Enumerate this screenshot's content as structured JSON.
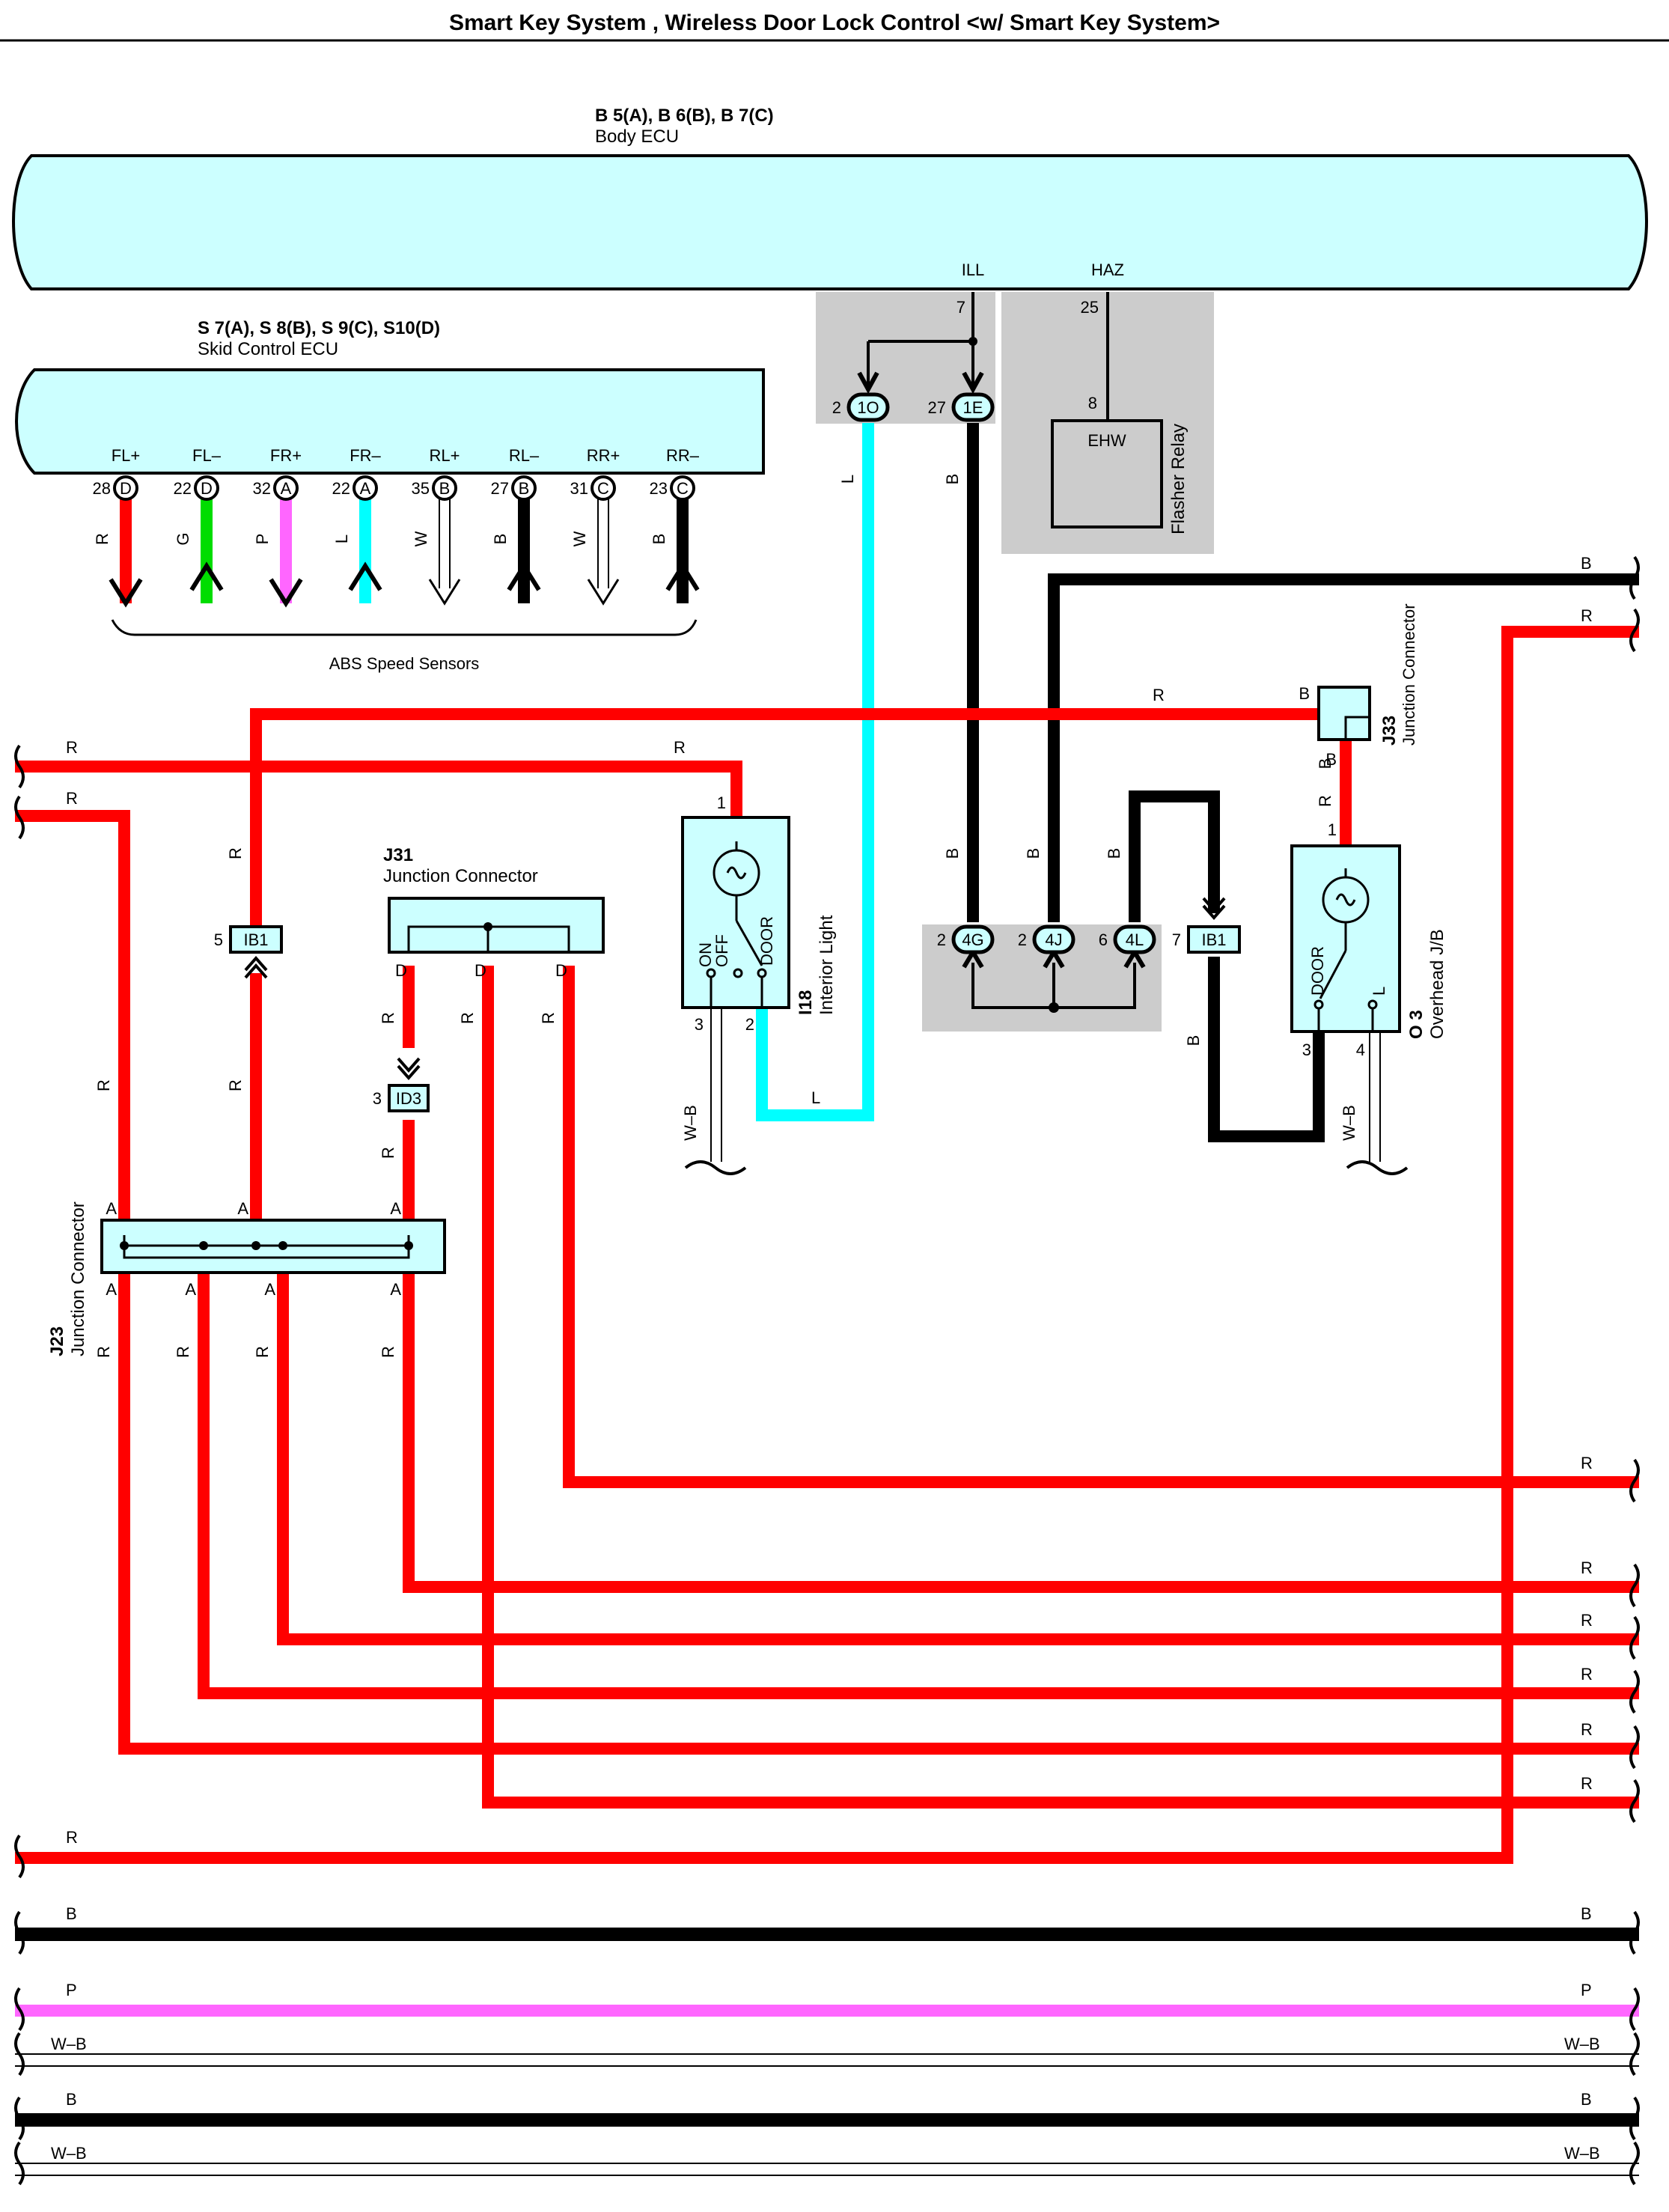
{
  "title": "Smart Key System , Wireless Door Lock Control <w/ Smart Key System>",
  "body_ecu": {
    "code": "B 5(A), B 6(B), B 7(C)",
    "name": "Body ECU",
    "terminals": [
      {
        "name": "ILL",
        "pin": "7"
      },
      {
        "name": "HAZ",
        "pin": "25"
      }
    ]
  },
  "skid_ecu": {
    "code": "S 7(A), S 8(B), S 9(C), S10(D)",
    "name": "Skid Control ECU",
    "terminals": [
      {
        "name": "FL+",
        "pin": "28",
        "conn": "D",
        "wire": "R"
      },
      {
        "name": "FL–",
        "pin": "22",
        "conn": "D",
        "wire": "G"
      },
      {
        "name": "FR+",
        "pin": "32",
        "conn": "A",
        "wire": "P"
      },
      {
        "name": "FR–",
        "pin": "22",
        "conn": "A",
        "wire": "L"
      },
      {
        "name": "RL+",
        "pin": "35",
        "conn": "B",
        "wire": "W"
      },
      {
        "name": "RL–",
        "pin": "27",
        "conn": "B",
        "wire": "B"
      },
      {
        "name": "RR+",
        "pin": "31",
        "conn": "C",
        "wire": "W"
      },
      {
        "name": "RR–",
        "pin": "23",
        "conn": "C",
        "wire": "B"
      }
    ]
  },
  "abs_label": "ABS Speed Sensors",
  "flasher": {
    "name": "Flasher Relay",
    "box": "EHW",
    "pin": "8"
  },
  "connectors": {
    "c1O": {
      "label": "1O",
      "pin": "2"
    },
    "c1E": {
      "label": "1E",
      "pin": "27"
    },
    "c4G": {
      "label": "4G",
      "pin": "2"
    },
    "c4J": {
      "label": "4J",
      "pin": "2"
    },
    "c4L": {
      "label": "4L",
      "pin": "6"
    },
    "cIB1a": {
      "label": "IB1",
      "pin": "5"
    },
    "cIB1b": {
      "label": "IB1",
      "pin": "7"
    },
    "cID3": {
      "label": "ID3",
      "pin": "3"
    }
  },
  "j31": {
    "code": "J31",
    "name": "Junction Connector",
    "pins": [
      "D",
      "D",
      "D"
    ]
  },
  "j23": {
    "code": "J23",
    "name": "Junction Connector",
    "pin": "A"
  },
  "j33": {
    "code": "J33",
    "name": "Junction Connector",
    "pin": "B"
  },
  "interior_light": {
    "code": "I18",
    "name": "Interior Light",
    "switch": [
      "ON",
      "OFF",
      "DOOR"
    ],
    "pins": [
      "1",
      "3",
      "2"
    ]
  },
  "overhead_jb": {
    "code": "O 3",
    "name": "Overhead J/B",
    "switch": [
      "DOOR",
      "L"
    ],
    "pins": [
      "1",
      "3",
      "4"
    ]
  },
  "wire_colors": {
    "R": "R",
    "B": "B",
    "L": "L",
    "G": "G",
    "P": "P",
    "W": "W",
    "WB": "W–B"
  },
  "colors": {
    "red": "#ff0000",
    "black": "#000000",
    "cyan": "#00ffff",
    "green": "#00dd00",
    "pink": "#ff66ff",
    "ecu_fill": "#ccffff",
    "gray": "#cccccc"
  }
}
